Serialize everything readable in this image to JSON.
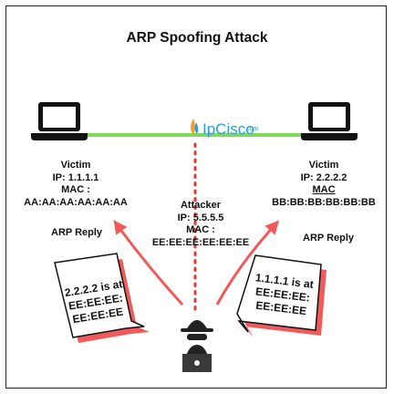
{
  "title": "ARP Spoofing Attack",
  "logo": {
    "name": "IpCisco",
    "suffix": ".com"
  },
  "victim_left": {
    "label": "Victim",
    "ip": "IP: 1.1.1.1",
    "mac_label": "MAC :",
    "mac": "AA:AA:AA:AA:AA:AA"
  },
  "victim_right": {
    "label": "Victim",
    "ip": "IP: 2.2.2.2",
    "mac_label": "MAC",
    "mac": "BB:BB:BB:BB:BB:BB"
  },
  "attacker": {
    "label": "Attacker",
    "ip": "IP: 5.5.5.5",
    "mac_label": "MAC :",
    "mac": "EE:EE:EE:EE:EE:EE"
  },
  "reply_left": "ARP Reply",
  "reply_right": "ARP Reply",
  "bubble_left": {
    "line1": "2.2.2.2 is at",
    "line2": "EE:EE:EE:",
    "line3": "EE:EE:EE"
  },
  "bubble_right": {
    "line1": "1.1.1.1 is at",
    "line2": "EE:EE:EE:",
    "line3": "EE:EE:EE"
  },
  "colors": {
    "link": "#7ed957",
    "arrow": "#f05a5a",
    "dots": "#e53935",
    "logo": "#2f9bd7",
    "ink": "#111111"
  }
}
